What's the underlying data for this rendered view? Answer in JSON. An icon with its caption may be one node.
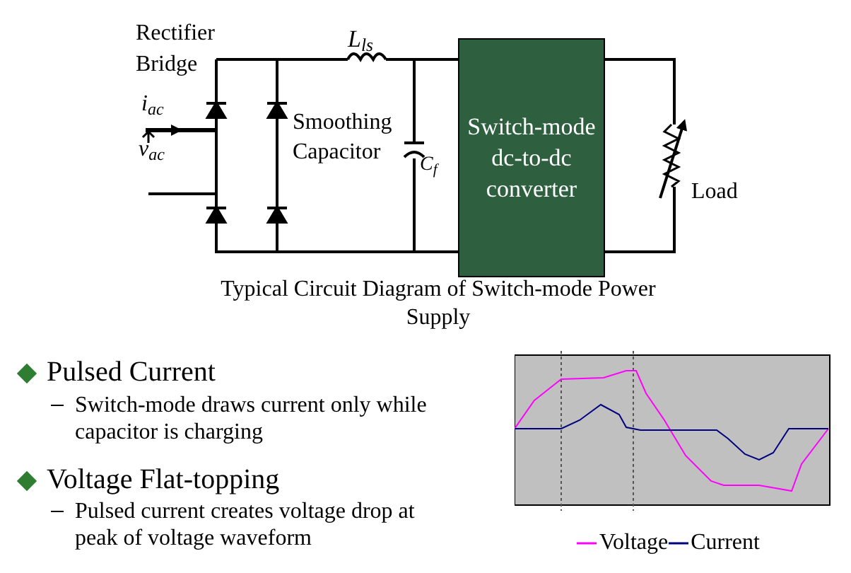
{
  "diagram": {
    "caption": "Typical Circuit Diagram of Switch-mode Power Supply",
    "nodes": [
      {
        "text": [
          "Switch-mode dc-to-dc converter"
        ]
      },
      {
        "text": [],
        "shape": "capacitor",
        "beside": [
          "C$_{f}$"
        ]
      },
      {
        "text": [],
        "shape": "resistor",
        "beside": [
          "Load"
        ]
      }
    ],
    "edges": [
      {
        "from": 1,
        "to": 0,
        "arrow": "none"
      },
      {
        "from": 1,
        "to": 0,
        "arrow": "none"
      },
      {
        "from": 0,
        "to": 2,
        "arrow": "none"
      },
      {
        "from": 0,
        "to": 2,
        "arrow": "none"
      }
    ],
    "labels": [
      "Rectifier Bridge",
      "L$_{ls}$",
      "i$_{ac}$",
      "v$_{ac}$",
      "Smoothing Capacitor",
      "Pulsed Current",
      "Switch-mode draws current only while capacitor is charging",
      "Voltage Flat-topping",
      "Pulsed current creates voltage drop at peak of voltage waveform"
    ],
    "legend": [
      {
        "text": "Voltage"
      },
      {
        "text": "Current"
      }
    ]
  }
}
